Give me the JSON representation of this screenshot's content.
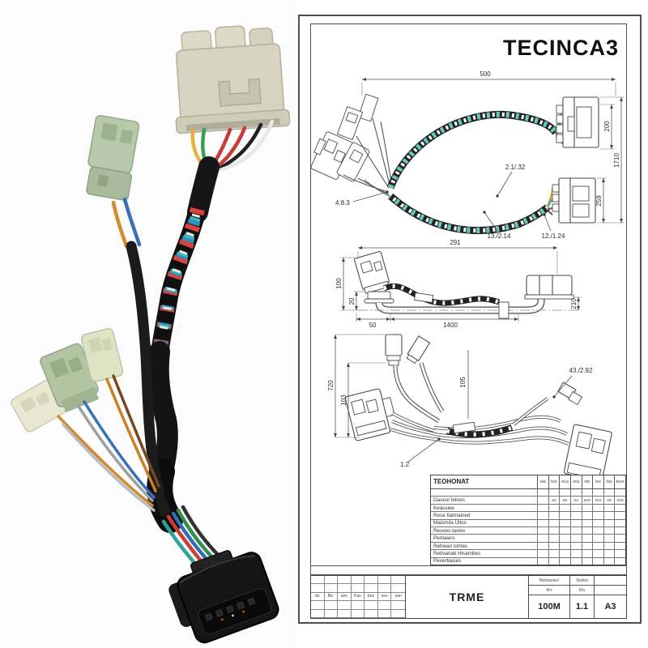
{
  "colors": {
    "sheet_line": "#4a4a4a",
    "connector_beige": "#d6d4c0",
    "connector_sage": "#b7c9ab",
    "connector_cream": "#eae7d1",
    "connector_pale_green": "#dee3c6",
    "loom_black": "#161616",
    "braid_red": "#d8433c",
    "braid_blue": "#2e8fc0",
    "braid_teal": "#41b9b0",
    "wire_yellow": "#e2b33e",
    "wire_green": "#3c9e52",
    "wire_red": "#c63b35",
    "wire_orange": "#d68a2e",
    "wire_blue": "#3a6fb5"
  },
  "drawing": {
    "title": "TECINCA3",
    "view1": {
      "dim_length": "500",
      "dim_conn_top_height": "200",
      "dim_overall_height": "1710",
      "dim_conn_bottom_height": "259",
      "label_branch": "4.8.3",
      "label_sleeve": "2.1/.32",
      "label_loom_a": "13./2.14",
      "label_loom_b": "12./1.24"
    },
    "view2": {
      "dim_length": "291",
      "dim_height": "100",
      "dim_drop": "20",
      "dim_offset": "50",
      "dim_run": "1400",
      "dim_right_height": "210"
    },
    "view3": {
      "dim_height_outer": "720",
      "dim_height_inner": "103",
      "dim_mid": "105",
      "label_branch": "43./2.92",
      "label_center": "1.2"
    },
    "table": {
      "title": "TEOHONAT",
      "col_headers": [
        "sia",
        "foo",
        "eca",
        "ora",
        "ste",
        "iso",
        "tas",
        "teve"
      ],
      "rows": [
        {
          "label": "",
          "cells": [
            "",
            "",
            "",
            "",
            "",
            "",
            "",
            ""
          ]
        },
        {
          "label": "Daseor bitnes",
          "cells": [
            "",
            "as",
            "ae",
            "os",
            "ave",
            "ora",
            "se",
            "ave"
          ]
        },
        {
          "label": "Keassiee",
          "cells": [
            "",
            "",
            "",
            "",
            "",
            "",
            "",
            ""
          ]
        },
        {
          "label": "Rese fiatmained",
          "cells": [
            "",
            "",
            "",
            "",
            "",
            "",
            "",
            ""
          ]
        },
        {
          "label": "Maismila Ultos",
          "cells": [
            "",
            "",
            "",
            "",
            "",
            "",
            "",
            ""
          ]
        },
        {
          "label": "Resees lavies",
          "cells": [
            "",
            "",
            "",
            "",
            "",
            "",
            "",
            ""
          ]
        },
        {
          "label": "Pertiaiers",
          "cells": [
            "",
            "",
            "",
            "",
            "",
            "",
            "",
            ""
          ]
        },
        {
          "label": "Rehwan tohtas",
          "cells": [
            "",
            "",
            "",
            "",
            "",
            "",
            "",
            ""
          ]
        },
        {
          "label": "Retivanab Hisambes",
          "cells": [
            "",
            "",
            "",
            "",
            "",
            "",
            "",
            ""
          ]
        },
        {
          "label": "Pevertiasies",
          "cells": [
            "",
            "",
            "",
            "",
            "",
            "",
            "",
            ""
          ]
        }
      ]
    },
    "titleblock": {
      "left_grid_row": [
        "de",
        "Be:",
        "sen",
        "Kas",
        "bee",
        "ses",
        "ean"
      ],
      "drawing_name": "TRME",
      "col1_header": "Retouneri",
      "col1_sub": "Ro",
      "col1_value": "100M",
      "col2_header": "3odes",
      "col2_sub": "Ro",
      "col2_value": "1.1",
      "format_value": "A3"
    }
  }
}
